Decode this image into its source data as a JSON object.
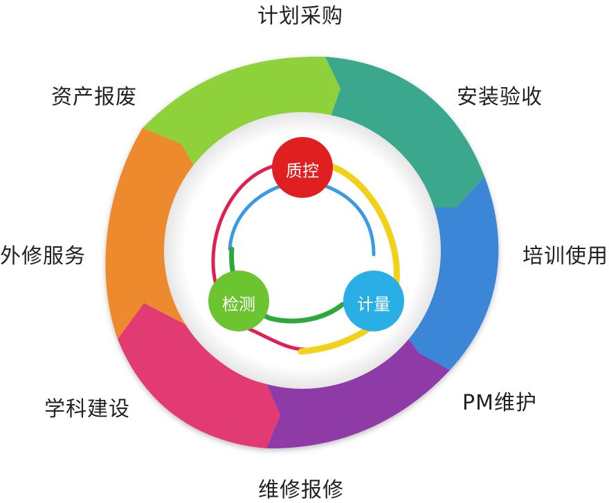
{
  "stages": [
    {
      "label": "计划采购",
      "color": "#8fd13a"
    },
    {
      "label": "安装验收",
      "color": "#3aa88e"
    },
    {
      "label": "培训使用",
      "color": "#3a86d6"
    },
    {
      "label": "PM维护",
      "color": "#8e3aa8"
    },
    {
      "label": "维修报修",
      "color": "#8e3aa8"
    },
    {
      "label": "学科建设",
      "color": "#e23a73"
    },
    {
      "label": "外修服务",
      "color": "#ee8a2e"
    },
    {
      "label": "资产报废",
      "color": "#8fd13a"
    }
  ],
  "core": [
    {
      "label": "质控",
      "color": "#e02020"
    },
    {
      "label": "计量",
      "color": "#2aaee6"
    },
    {
      "label": "检测",
      "color": "#6cc431"
    }
  ]
}
